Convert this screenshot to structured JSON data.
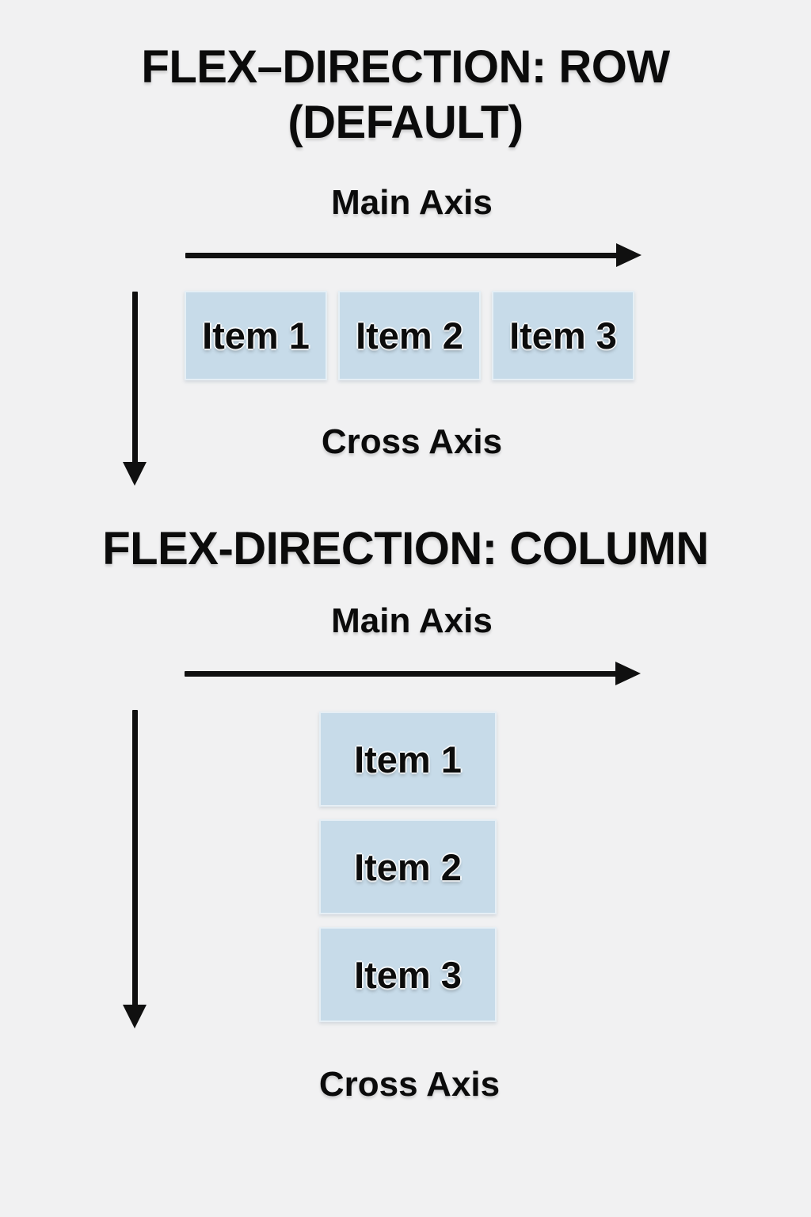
{
  "colors": {
    "background": "#f1f1f2",
    "box_fill": "#c7dbe9",
    "arrow": "#101010",
    "text": "#0d0d0d"
  },
  "sections": [
    {
      "name": "flex-direction-row",
      "title_lines": [
        "FLEX–DIRECTION: ROW",
        "(DEFAULT)"
      ],
      "main_axis_label": "Main Axis",
      "cross_axis_label": "Cross Axis",
      "items": [
        "Item 1",
        "Item 2",
        "Item 3"
      ]
    },
    {
      "name": "flex-direction-column",
      "title_lines": [
        "FLEX-DIRECTION: COLUMN"
      ],
      "main_axis_label": "Main Axis",
      "cross_axis_label": "Cross Axis",
      "items": [
        "Item 1",
        "Item 2",
        "Item 3"
      ]
    }
  ]
}
